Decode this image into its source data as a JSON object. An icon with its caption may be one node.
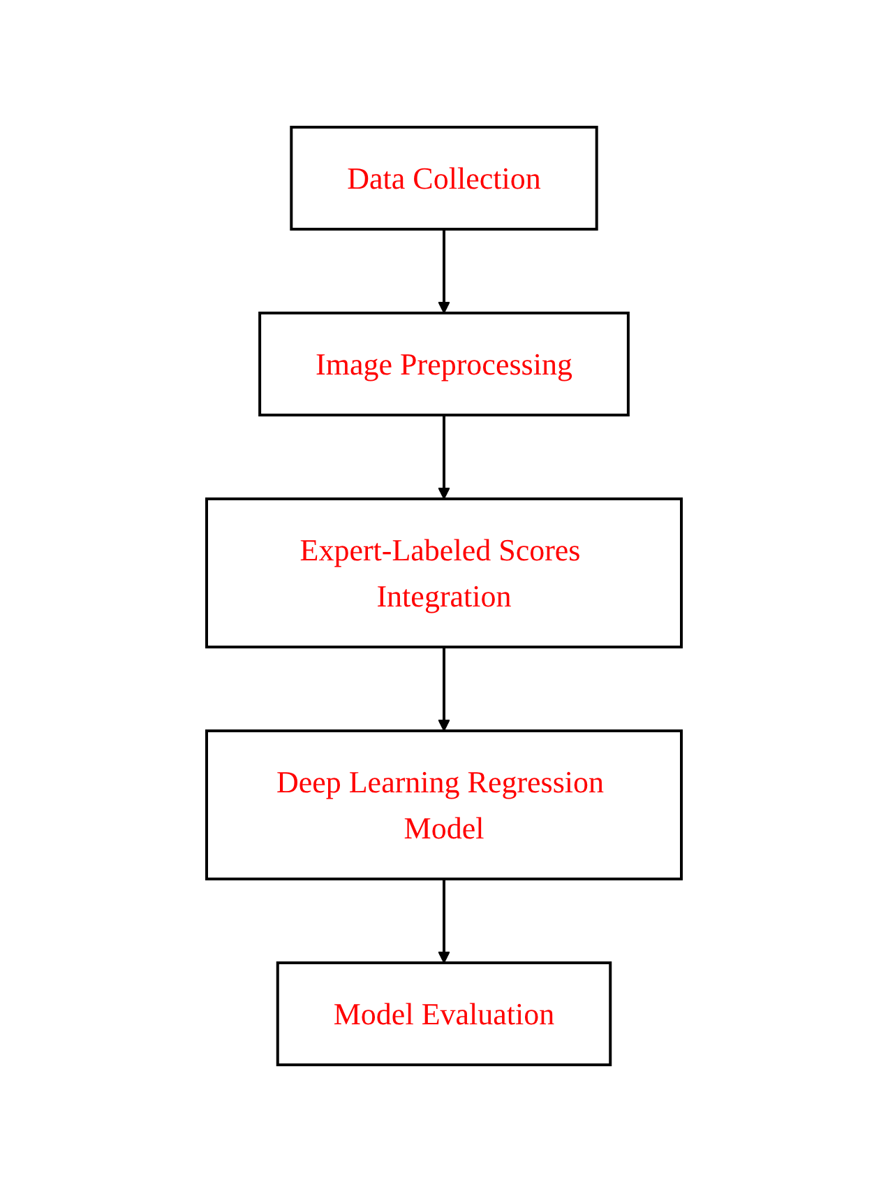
{
  "diagram": {
    "nodes": [
      {
        "text": [
          "Data Collection"
        ]
      },
      {
        "text": [
          "Image Preprocessing"
        ]
      },
      {
        "text": [
          "Expert-Labeled Scores Integration"
        ]
      },
      {
        "text": [
          "Deep Learning Regression Model"
        ]
      },
      {
        "text": [
          "Model Evaluation"
        ]
      }
    ],
    "edges": [
      {
        "from": 0,
        "to": 1,
        "arrow": "to"
      },
      {
        "from": 1,
        "to": 2,
        "arrow": "to"
      },
      {
        "from": 2,
        "to": 3,
        "arrow": "to"
      },
      {
        "from": 3,
        "to": 4,
        "arrow": "to"
      }
    ]
  }
}
